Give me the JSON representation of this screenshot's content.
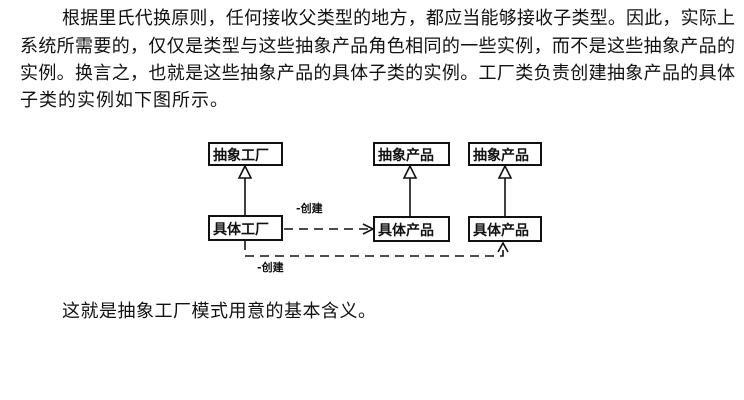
{
  "paragraph": {
    "lines": [
      "根据里氏代换原则，任何接收父类型的地方，都应当能够接收子类型。因此，实际上",
      "系统所需要的，仅仅是类型与这些抽象产品角色相同的一些实例，而不是这些抽象产品的",
      "实例。换言之，也就是这些抽象产品的具体子类的实例。工厂类负责创建抽象产品的具体",
      "子类的实例如下图所示。"
    ]
  },
  "diagram": {
    "abstract_factory": "抽象工厂",
    "abstract_product_1": "抽象产品",
    "abstract_product_2": "抽象产品",
    "concrete_factory": "具体工厂",
    "concrete_product_1": "具体产品",
    "concrete_product_2": "具体产品",
    "create_label_1": "-创建",
    "create_label_2": "-创建"
  },
  "conclusion": "这就是抽象工厂模式用意的基本含义。"
}
